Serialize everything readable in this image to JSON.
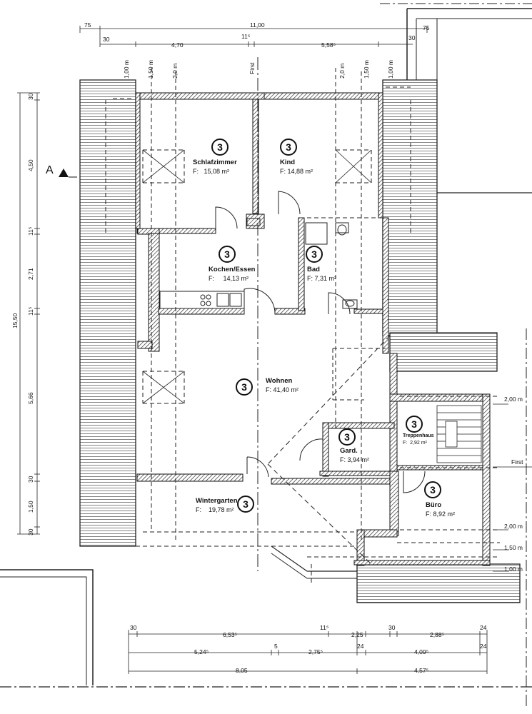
{
  "rooms": {
    "schlafzimmer": {
      "badge": "3",
      "name": "Schlafzimmer",
      "area_prefix": "F:",
      "area": "15,08 m²"
    },
    "kind": {
      "badge": "3",
      "name": "Kind",
      "area_prefix": "F:",
      "area": "14,88 m²"
    },
    "kochen": {
      "badge": "3",
      "name": "Kochen/Essen",
      "area_prefix": "F:",
      "area": "14,13 m²"
    },
    "bad": {
      "badge": "3",
      "name": "Bad",
      "area_prefix": "F:",
      "area": "7,31 m²"
    },
    "wohnen": {
      "badge": "3",
      "name": "Wohnen",
      "area_prefix": "F:",
      "area": "41,40 m²"
    },
    "gard": {
      "badge": "3",
      "name": "Gard.",
      "area_prefix": "F:",
      "area": "3,94 m²"
    },
    "treppenhaus": {
      "badge": "3",
      "name": "Treppenhaus",
      "area_prefix": "F:",
      "area": "2,92 m²"
    },
    "buero": {
      "badge": "3",
      "name": "Büro",
      "area_prefix": "F:",
      "area": "8,92 m²"
    },
    "wintergarten": {
      "badge": "3",
      "name": "Wintergarten",
      "area_prefix": "F:",
      "area": "19,78 m²"
    }
  },
  "section_marker": "A",
  "top_dims": {
    "d75_left": "75",
    "total": "11,00",
    "d75_right": "75",
    "d30_left": "30",
    "d470": "4,70",
    "d115": "11⁵",
    "d558": "5,58⁵",
    "d30_right": "30"
  },
  "top_vlabels": {
    "l1": "1,00 m",
    "l2": "1,50 m",
    "l3": "2,0 m",
    "first": "First",
    "r3": "2,0 m",
    "r2": "1,50 m",
    "r1": "1,00 m"
  },
  "left_dims": {
    "a": "30",
    "b": "4,50",
    "c": "11⁵",
    "d": "2,71",
    "e": "11⁵",
    "f": "5,66",
    "g": "30",
    "h": "1,50",
    "i": "30",
    "total": "15,50"
  },
  "right_labels": {
    "r1": "2,00 m",
    "first": "First",
    "r2": "2,00 m",
    "r3": "1,50 m",
    "r4": "1,00 m"
  },
  "bottom_dims": {
    "row1": {
      "a": "30",
      "b": "6,53⁵",
      "c": "11⁵",
      "d": "2,25",
      "e": "30",
      "f": "2,88⁵",
      "g": "24"
    },
    "row2": {
      "a": "5,24⁵",
      "b": "5",
      "c": "2,75⁵",
      "d": "24",
      "e": "4,09⁵",
      "f": "24"
    },
    "row3": {
      "a": "8,05",
      "b": "4,57⁵"
    }
  }
}
